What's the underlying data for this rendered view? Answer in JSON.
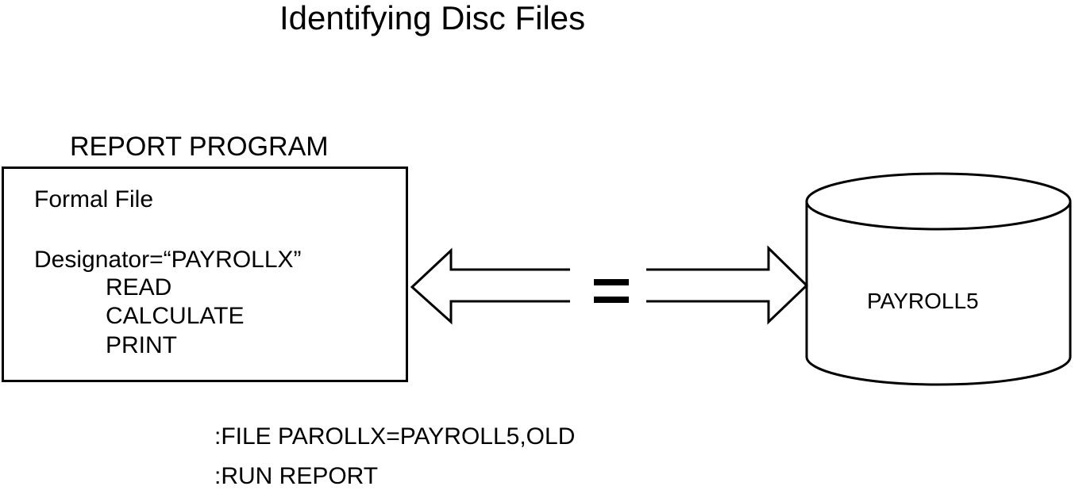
{
  "title": "Identifying Disc Files",
  "program": {
    "label": "REPORT PROGRAM",
    "lines": [
      "Formal  File",
      "Designator=“PAYROLLX”",
      "READ",
      "CALCULATE",
      "PRINT"
    ]
  },
  "equals_sign": "=",
  "disc": {
    "label": "PAYROLL5"
  },
  "commands": [
    ":FILE PAROLLX=PAYROLL5,OLD",
    ":RUN REPORT"
  ]
}
